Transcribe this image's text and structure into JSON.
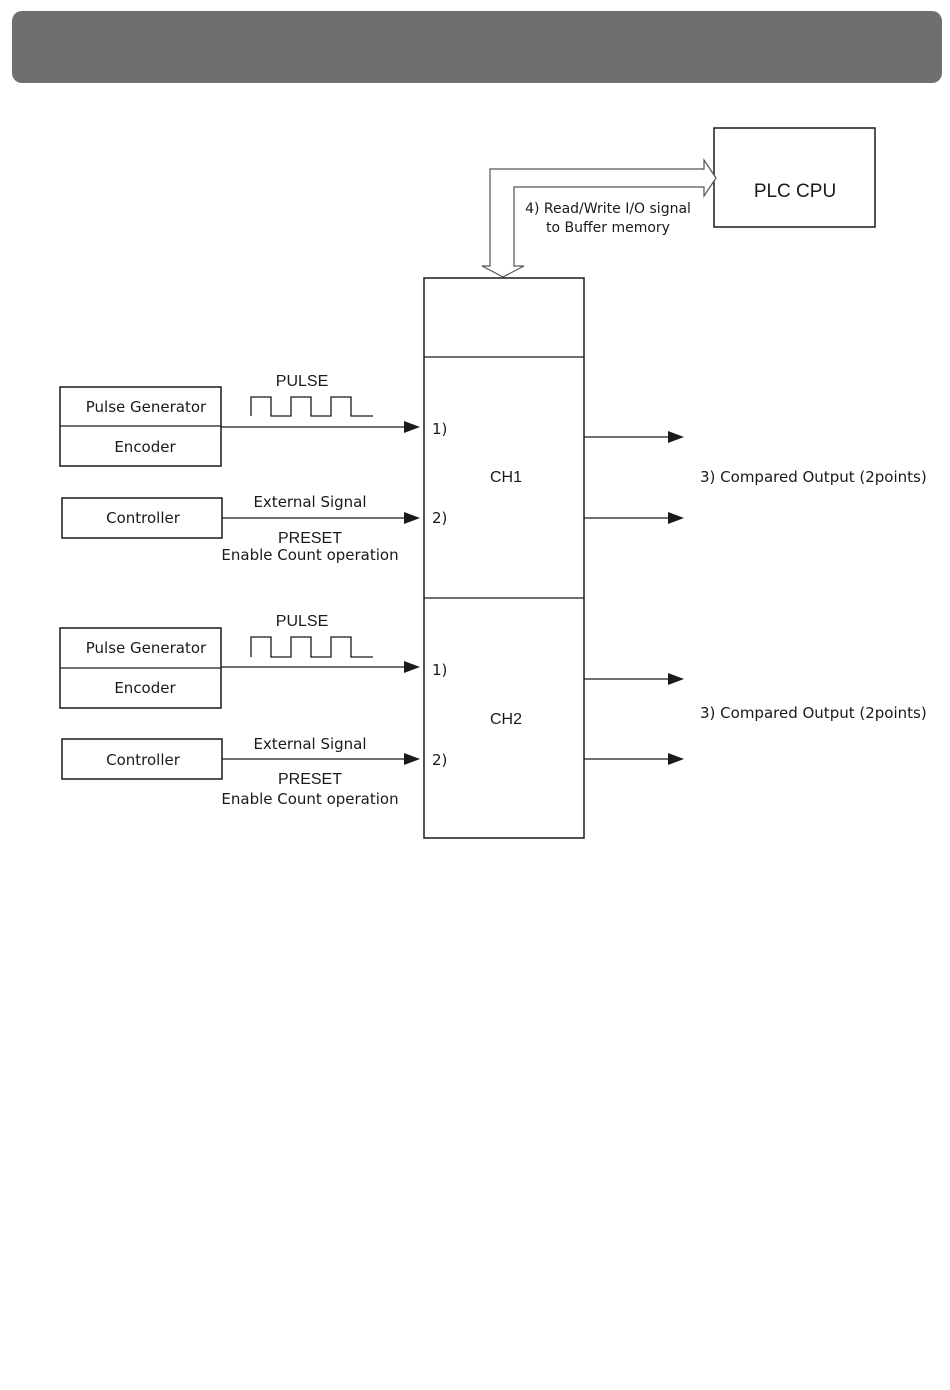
{
  "plc_cpu": {
    "label": "PLC CPU"
  },
  "bus": {
    "line1": "4) Read/Write I/O signal",
    "line2": "to Buffer memory"
  },
  "ch1": {
    "label": "CH1",
    "pulse": "PULSE",
    "pulse_generator": "Pulse Generator",
    "encoder": "Encoder",
    "controller": "Controller",
    "external_signal": "External Signal",
    "preset": "PRESET",
    "enable": "Enable Count operation",
    "input1": "1)",
    "input2": "2)",
    "output": "3) Compared Output (2points)"
  },
  "ch2": {
    "label": "CH2",
    "pulse": "PULSE",
    "pulse_generator": "Pulse Generator",
    "encoder": "Encoder",
    "controller": "Controller",
    "external_signal": "External Signal",
    "preset": "PRESET",
    "enable": "Enable Count operation",
    "input1": "1)",
    "input2": "2)",
    "output": "3) Compared Output (2points)"
  }
}
